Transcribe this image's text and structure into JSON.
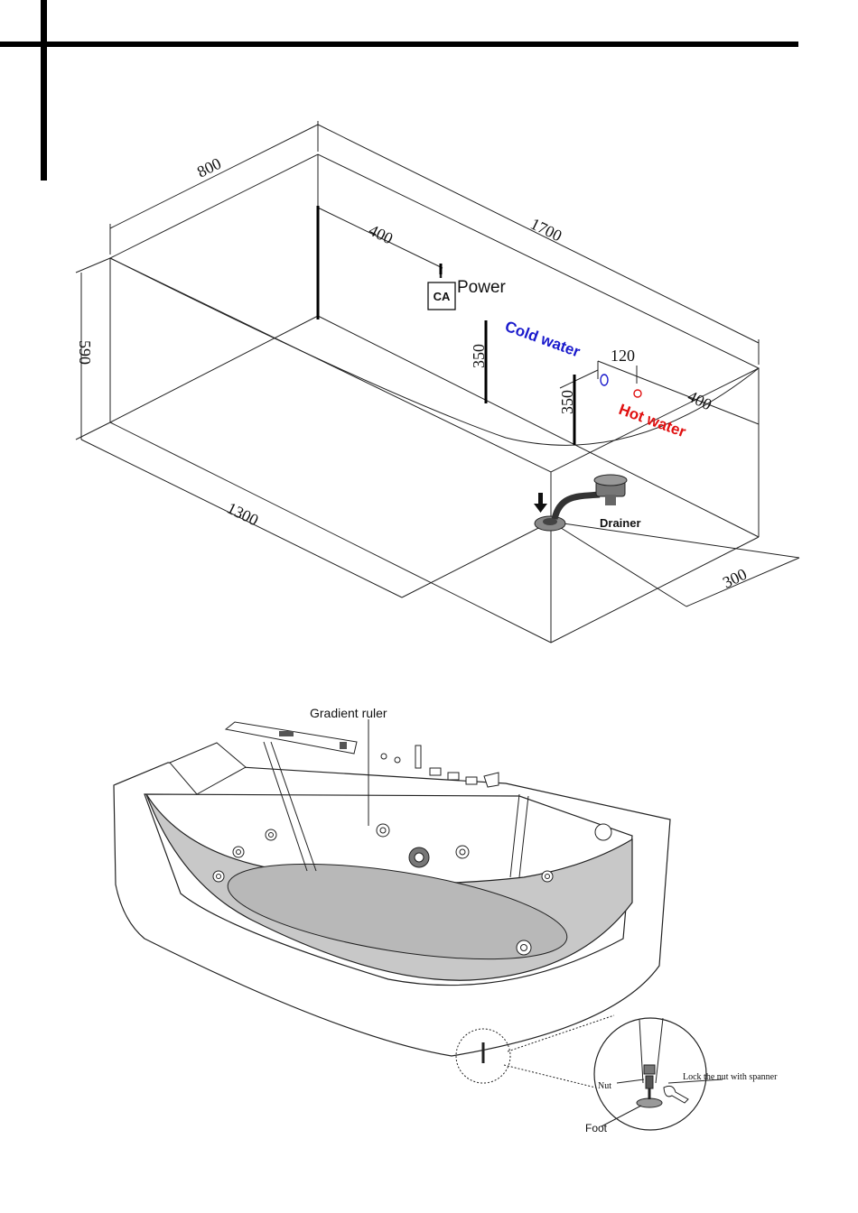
{
  "dimensions": {
    "width_800": "800",
    "length_1700": "1700",
    "offset_400_power": "400",
    "height_590": "590",
    "power_height_350": "350",
    "water_height_350": "350",
    "spacing_120": "120",
    "offset_400_water": "400",
    "drain_1300": "1300",
    "drain_300": "300"
  },
  "labels": {
    "power": "Power",
    "cold_water": "Cold water",
    "hot_water": "Hot water",
    "drainer": "Drainer",
    "gradient_ruler": "Gradient ruler",
    "nut": "Nut",
    "lock_nut": "Lock the nut with spanner",
    "foot": "Foot"
  },
  "colors": {
    "cold_water": "#1a1acc",
    "hot_water": "#e01010",
    "glass_panel": "#c8c8c8"
  },
  "icons": {
    "power_box": "ce-junction-box-icon",
    "drain_arrow": "down-arrow-icon",
    "spanner": "spanner-icon"
  }
}
